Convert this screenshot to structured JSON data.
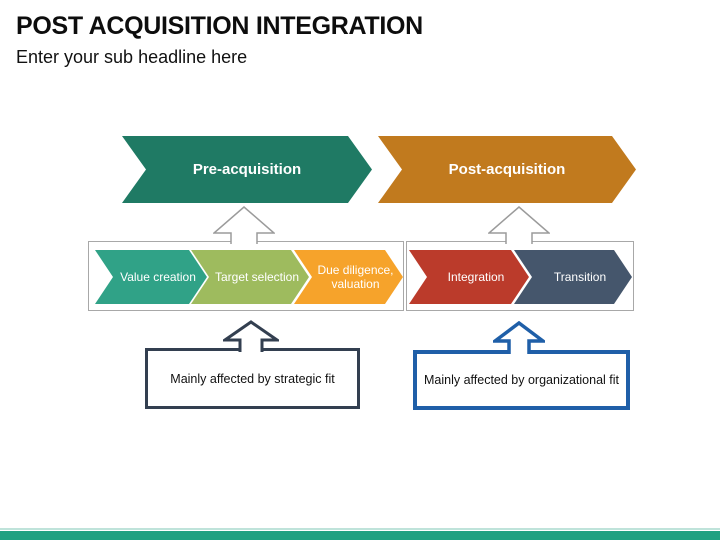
{
  "slide": {
    "title": "POST ACQUISITION INTEGRATION",
    "subtitle": "Enter your sub headline here"
  },
  "phases": [
    {
      "label": "Pre-acquisition",
      "color": "#1F7A64"
    },
    {
      "label": "Post-acquisition",
      "color": "#C17A1E"
    }
  ],
  "stages": {
    "pre": [
      {
        "label": "Value creation",
        "color": "#30A287"
      },
      {
        "label": "Target selection",
        "color": "#9EBB5E"
      },
      {
        "label": "Due diligence, valuation",
        "color": "#F6A32B"
      }
    ],
    "post": [
      {
        "label": "Integration",
        "color": "#BB3B2B"
      },
      {
        "label": "Transition",
        "color": "#45566C"
      }
    ]
  },
  "callouts": [
    {
      "text": "Mainly affected by strategic fit",
      "border_color": "#333F50"
    },
    {
      "text": "Mainly affected by organizational fit",
      "border_color": "#1F5FA8"
    }
  ],
  "icons": {
    "flow_up_arrow": "up-block-arrow-outline",
    "flow_arrow_stroke": "#9B9B9B"
  },
  "footer": {
    "bar_color": "#21A181",
    "accent_line_color": "#BFE3DA"
  }
}
